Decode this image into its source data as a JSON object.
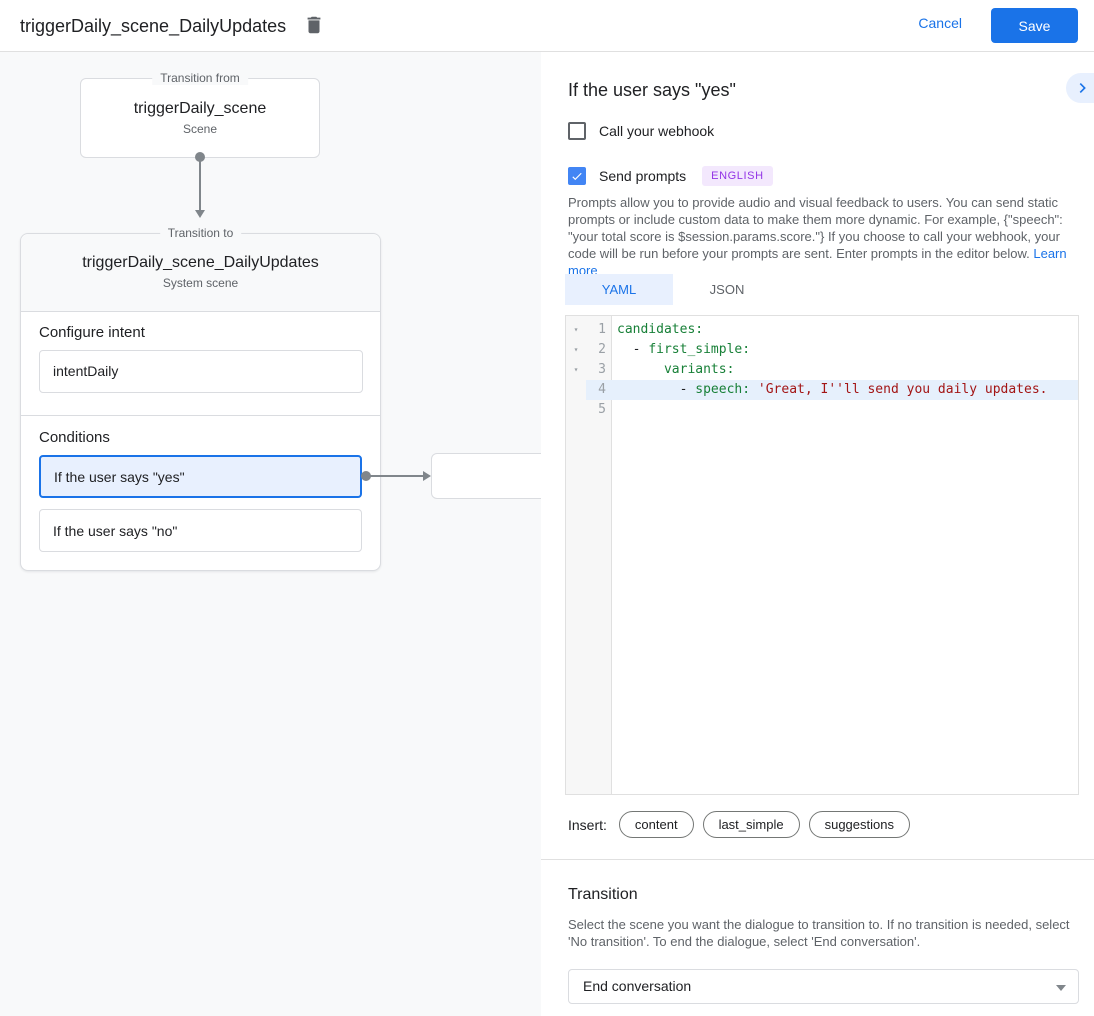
{
  "topbar": {
    "title": "triggerDaily_scene_DailyUpdates",
    "cancel_label": "Cancel",
    "save_label": "Save"
  },
  "canvas": {
    "from_box": {
      "legend": "Transition from",
      "title": "triggerDaily_scene",
      "subtitle": "Scene"
    },
    "to_card": {
      "legend": "Transition to",
      "title": "triggerDaily_scene_DailyUpdates",
      "subtitle": "System scene",
      "configure_intent_label": "Configure intent",
      "intent_value": "intentDaily",
      "conditions_label": "Conditions",
      "conditions": [
        {
          "label": "If the user says \"yes\"",
          "selected": true
        },
        {
          "label": "If the user says \"no\"",
          "selected": false
        }
      ]
    }
  },
  "detail": {
    "title": "If the user says \"yes\"",
    "webhook_label": "Call your webhook",
    "send_prompts_label": "Send prompts",
    "language_badge": "ENGLISH",
    "description": "Prompts allow you to provide audio and visual feedback to users. You can send static prompts or include custom data to make them more dynamic. For example, {\"speech\": \"your total score is $session.params.score.\"} If you choose to call your webhook, your code will be run before your prompts are sent. Enter prompts in the editor below. ",
    "learn_more_label": "Learn more",
    "tabs": {
      "yaml": "YAML",
      "json": "JSON"
    },
    "editor": {
      "lines": [
        {
          "fold_icon": "▾",
          "num": "1",
          "plain": "",
          "key": "candidates:",
          "str": ""
        },
        {
          "fold_icon": "▾",
          "num": "2",
          "plain": "  - ",
          "key": "first_simple:",
          "str": ""
        },
        {
          "fold_icon": "▾",
          "num": "3",
          "plain": "      ",
          "key": "variants:",
          "str": ""
        },
        {
          "fold_icon": "",
          "num": "4",
          "plain": "        - ",
          "key": "speech: ",
          "str": "'Great, I''ll send you daily updates."
        },
        {
          "fold_icon": "",
          "num": "5",
          "plain": "",
          "key": "",
          "str": ""
        }
      ]
    },
    "insert_label": "Insert:",
    "chips": [
      {
        "label": "content"
      },
      {
        "label": "last_simple"
      },
      {
        "label": "suggestions"
      }
    ],
    "transition": {
      "title": "Transition",
      "description": "Select the scene you want the dialogue to transition to. If no transition is needed, select 'No transition'. To end the dialogue, select 'End conversation'.",
      "selected_value": "End conversation"
    }
  },
  "colors": {
    "accent_blue": "#1a73e8",
    "checkbox_blue": "#4285f4",
    "selected_bg": "#e8f0fe",
    "badge_text": "#9334e6",
    "badge_bg": "#f3e8fd",
    "key_green": "#188038",
    "string_red": "#a31515",
    "canvas_bg": "#f8f9fa",
    "border_gray": "#dadce0"
  }
}
